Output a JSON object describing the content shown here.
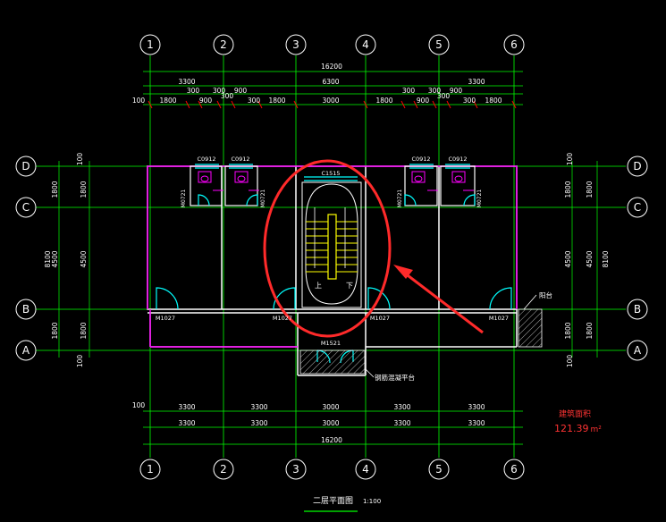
{
  "axes_top": [
    "1",
    "2",
    "3",
    "4",
    "5",
    "6"
  ],
  "axes_bottom": [
    "1",
    "2",
    "3",
    "4",
    "5",
    "6"
  ],
  "axes_left": [
    "D",
    "C",
    "B",
    "A"
  ],
  "axes_right": [
    "D",
    "C",
    "B",
    "A"
  ],
  "dim_top_total": "16200",
  "dim_top_row1": [
    "3300",
    "6300",
    "3300"
  ],
  "dim_top_row2": [
    "300",
    "300",
    "900",
    "300",
    "300",
    "900"
  ],
  "dim_top_row2b": [
    "300",
    "300"
  ],
  "dim_top_row3": [
    "100",
    "1800",
    "900",
    "300",
    "1800",
    "3000",
    "1800",
    "900",
    "300",
    "1800"
  ],
  "dim_bottom_row1": [
    "100",
    "3300",
    "3300",
    "3000",
    "3300",
    "3300"
  ],
  "dim_bottom_row2": [
    "3300",
    "3300",
    "3000",
    "3300",
    "3300"
  ],
  "dim_bottom_total": "16200",
  "dim_left_outer": [
    "100",
    "1800",
    "4500",
    "8100",
    "1800",
    "100"
  ],
  "dim_left_inner": [
    "1800",
    "4500",
    "1800"
  ],
  "dim_right_outer": [
    "100",
    "1800",
    "4500",
    "8100",
    "1800",
    "100"
  ],
  "dim_right_inner": [
    "1800",
    "4500",
    "1800"
  ],
  "windows": [
    "C0912",
    "C0912",
    "C1515",
    "C0912",
    "C0912"
  ],
  "doors_small": [
    "M0721",
    "M0721",
    "M0721",
    "M0721"
  ],
  "doors": [
    "M1027",
    "M1027",
    "M1027",
    "M1027",
    "M1521"
  ],
  "stair_labels": [
    "上",
    "下"
  ],
  "label_balcony": "阳台",
  "label_platform": "钢筋混凝平台",
  "area_label": "建筑面积",
  "area_value": "121.39",
  "area_unit": "m²",
  "title": "二层平面图",
  "scale": "1:100",
  "colors": {
    "axis": "#00ff00",
    "dim": "#ffffff",
    "wall": "#ffffff",
    "magenta": "#ff00ff",
    "cyan": "#00ffff",
    "yellow": "#ffff00",
    "red": "#ff0000"
  }
}
